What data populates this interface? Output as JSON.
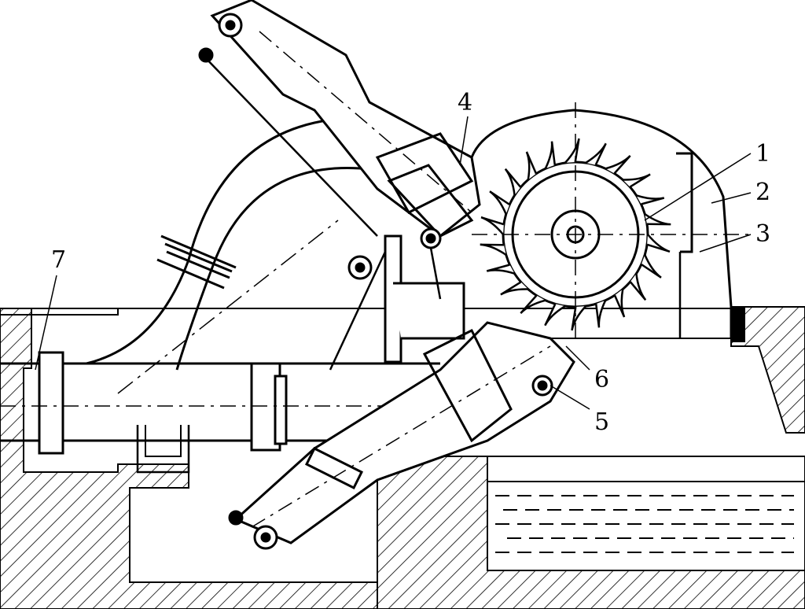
{
  "labels": {
    "l1": "1",
    "l2": "2",
    "l3": "3",
    "l4": "4",
    "l5": "5",
    "l6": "6",
    "l7": "7"
  },
  "style": {
    "ink": "#000000",
    "paper": "#ffffff"
  }
}
